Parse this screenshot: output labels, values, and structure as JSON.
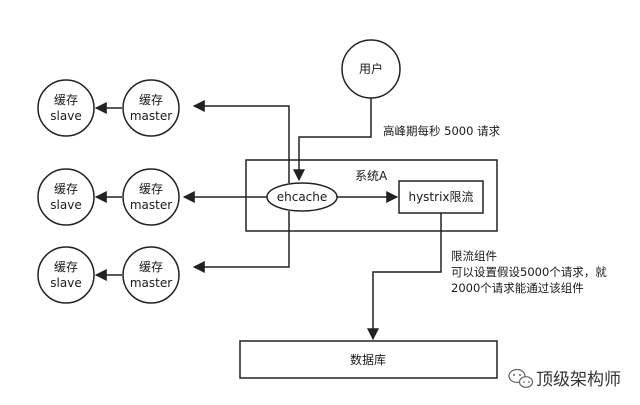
{
  "nodes": {
    "user": "用户",
    "system": "系统A",
    "ehcache": "ehcache",
    "hystrix": "hystrix限流",
    "database": "数据库",
    "cache_rows": [
      {
        "slave_line1": "缓存",
        "slave_line2": "slave",
        "master_line1": "缓存",
        "master_line2": "master"
      },
      {
        "slave_line1": "缓存",
        "slave_line2": "slave",
        "master_line1": "缓存",
        "master_line2": "master"
      },
      {
        "slave_line1": "缓存",
        "slave_line2": "slave",
        "master_line1": "缓存",
        "master_line2": "master"
      }
    ]
  },
  "labels": {
    "traffic": "高峰期每秒 5000 请求",
    "rate_limit": [
      "限流组件",
      "可以设置假设5000个请求，就",
      "2000个请求能通过该组件"
    ]
  },
  "watermark": {
    "icon": "wechat-icon",
    "text": "顶级架构师"
  },
  "colors": {
    "stroke": "#222222",
    "text": "#1a1a1a"
  }
}
